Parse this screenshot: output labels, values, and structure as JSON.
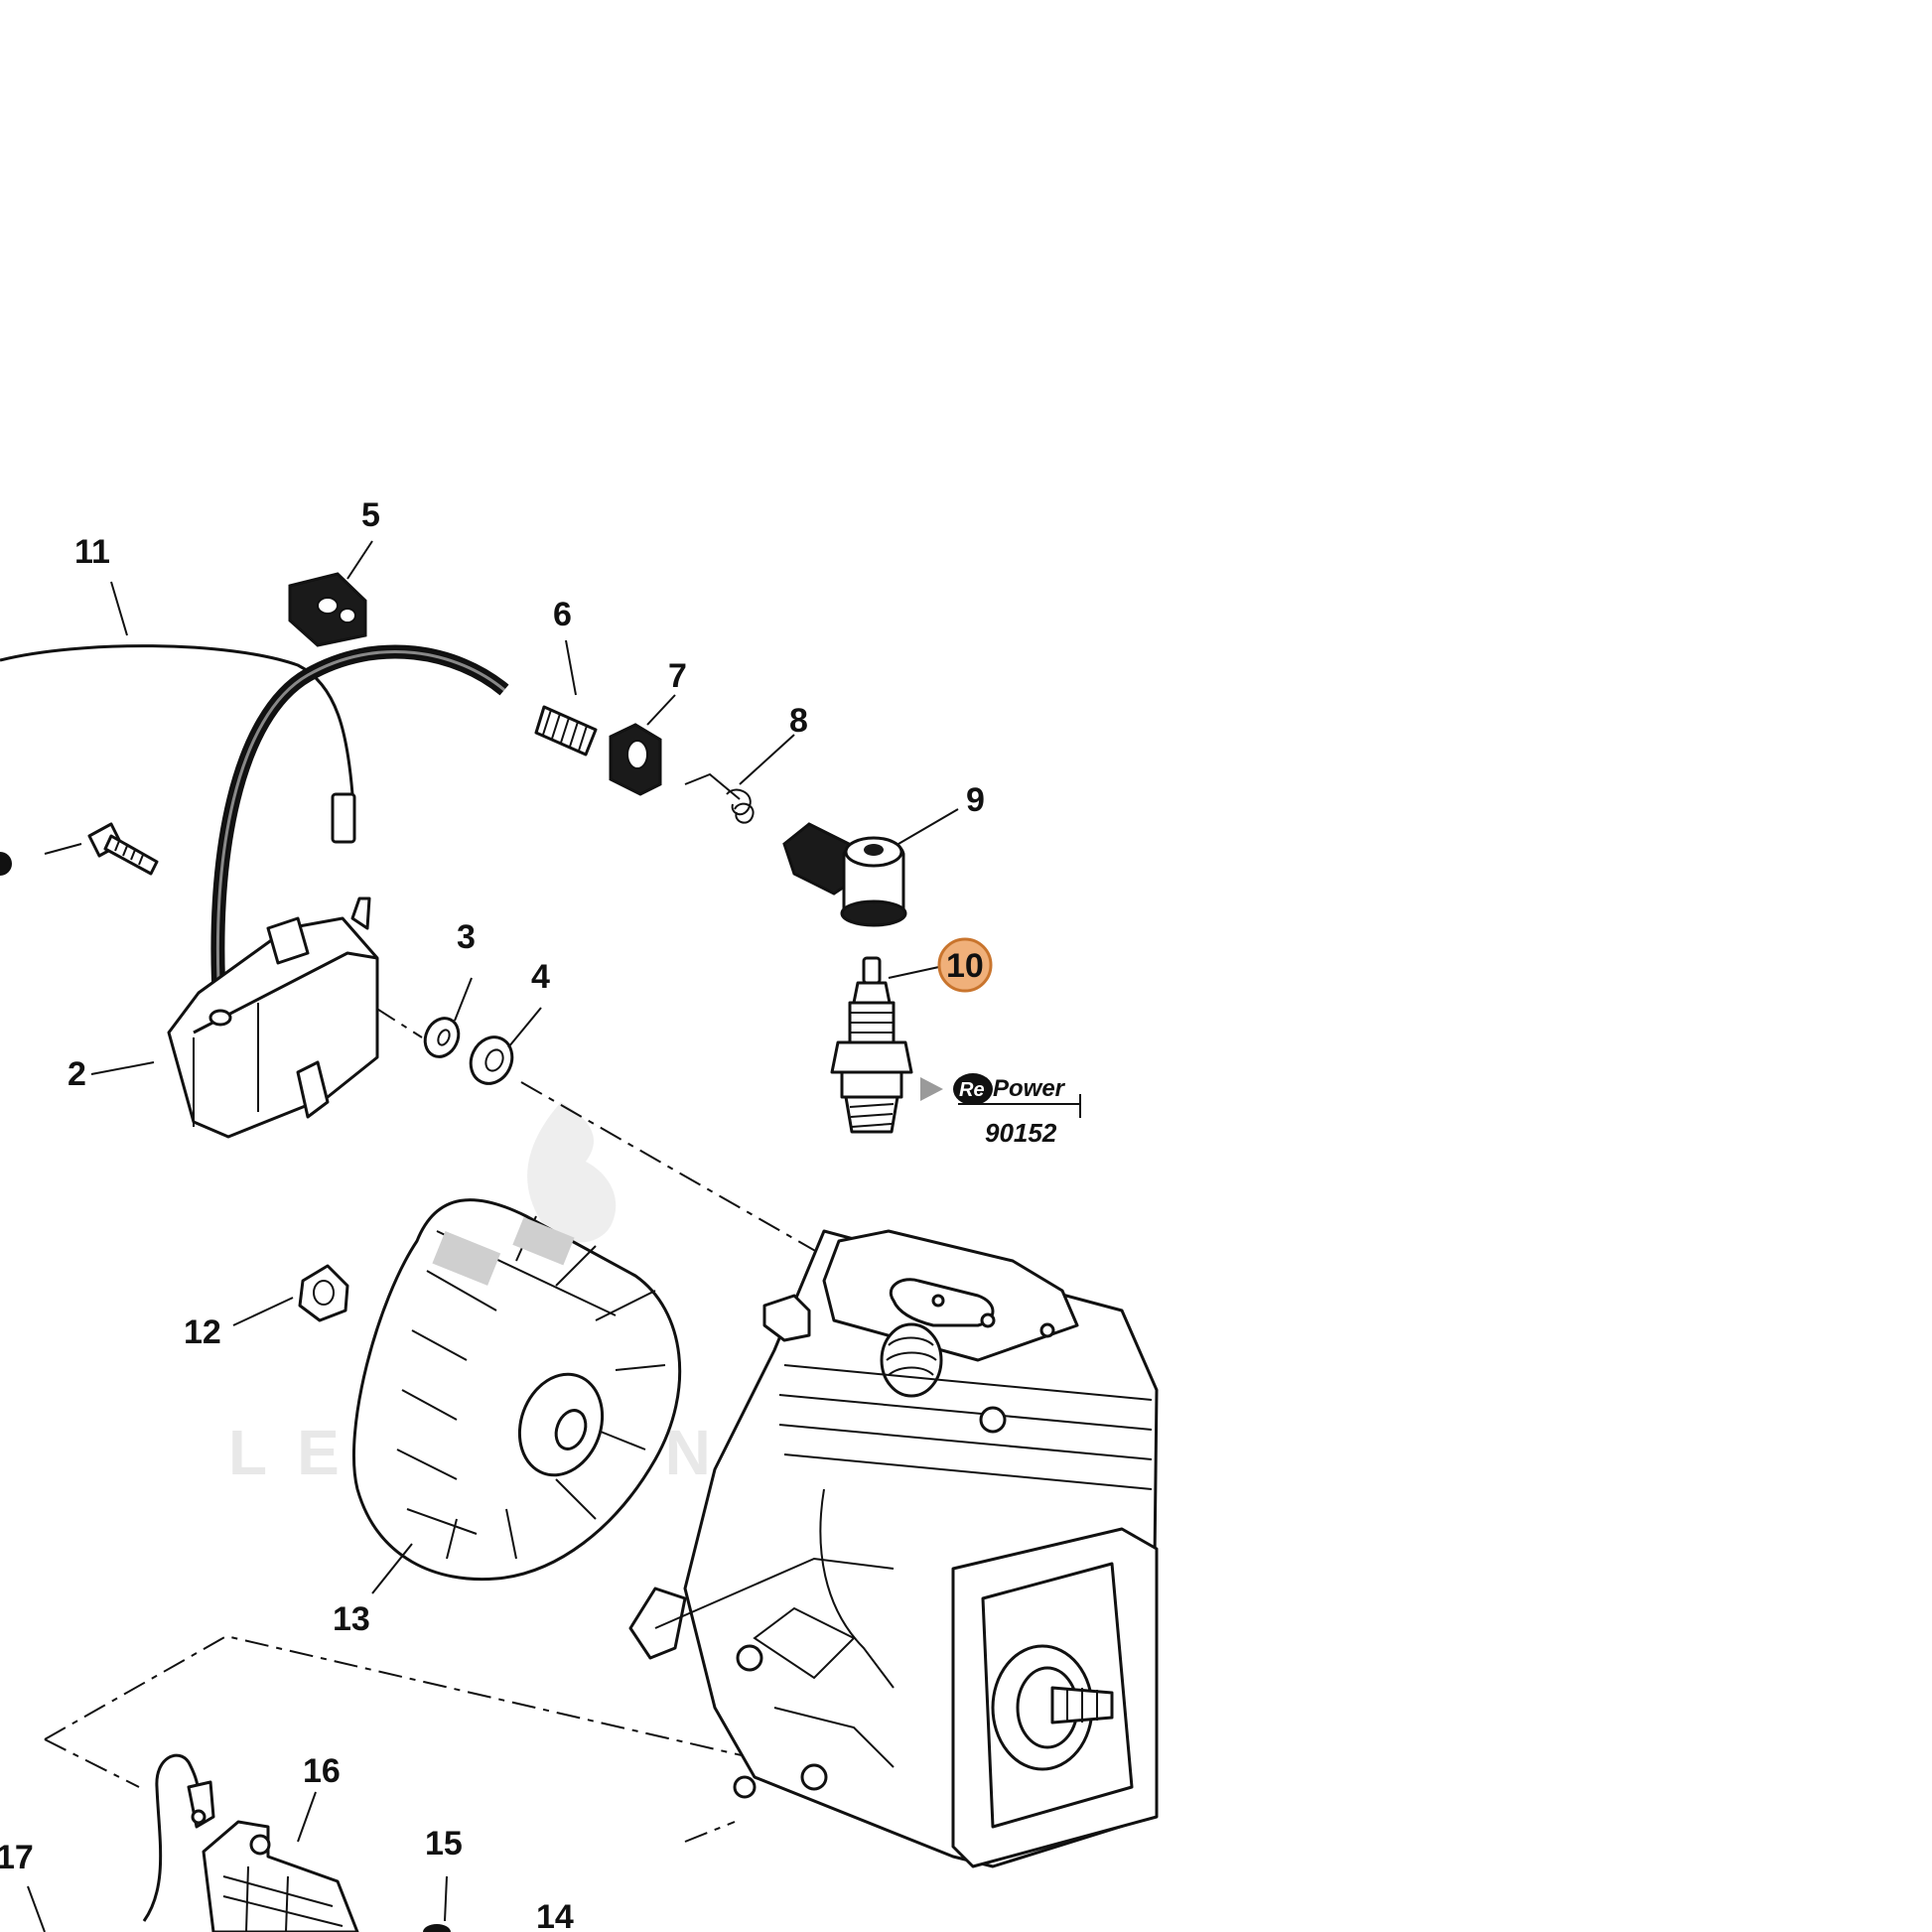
{
  "callouts": {
    "c2": "2",
    "c3": "3",
    "c4": "4",
    "c5": "5",
    "c6": "6",
    "c7": "7",
    "c8": "8",
    "c9": "9",
    "c10": "10",
    "c11": "11",
    "c12": "12",
    "c13": "13",
    "c14": "14",
    "c15": "15",
    "c16": "16",
    "c17": "17"
  },
  "highlighted_callout": "10",
  "highlight_color": "#f0b07a",
  "brand": {
    "logo_re": "Re",
    "logo_word": "Power",
    "part_number": "90152"
  },
  "watermark": "LEADVENTURE"
}
